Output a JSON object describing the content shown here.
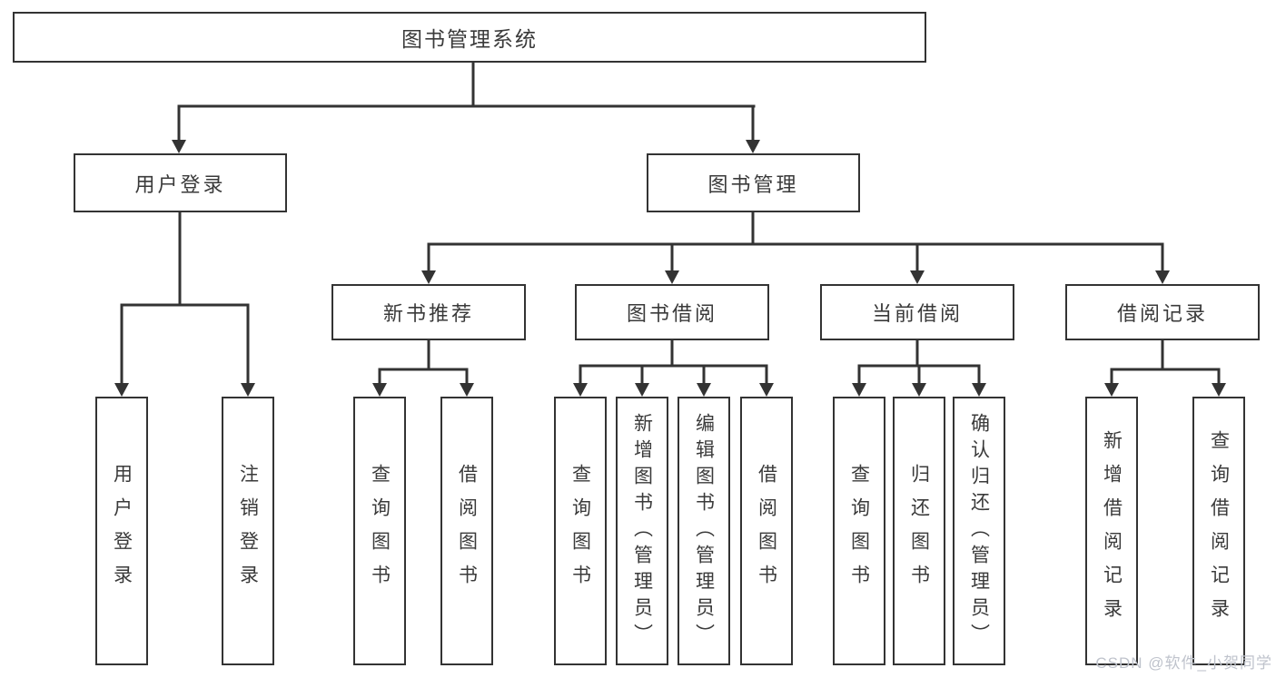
{
  "diagram": {
    "root": {
      "label": "图书管理系统"
    },
    "branches": [
      {
        "label": "用户登录",
        "children": [
          {
            "label": "用户登录"
          },
          {
            "label": "注销登录"
          }
        ]
      },
      {
        "label": "图书管理",
        "children": [
          {
            "label": "新书推荐",
            "children": [
              {
                "label": "查询图书"
              },
              {
                "label": "借阅图书"
              }
            ]
          },
          {
            "label": "图书借阅",
            "children": [
              {
                "label": "查询图书"
              },
              {
                "label": "新增图书（管理员）"
              },
              {
                "label": "编辑图书（管理员）"
              },
              {
                "label": "借阅图书"
              }
            ]
          },
          {
            "label": "当前借阅",
            "children": [
              {
                "label": "查询图书"
              },
              {
                "label": "归还图书"
              },
              {
                "label": "确认归还（管理员）"
              }
            ]
          },
          {
            "label": "借阅记录",
            "children": [
              {
                "label": "新增借阅记录"
              },
              {
                "label": "查询借阅记录"
              }
            ]
          }
        ]
      }
    ]
  },
  "watermark": {
    "text": "CSDN @软件_小贺同学",
    "color": "#bfc3cc"
  },
  "colors": {
    "line": "#333333",
    "box_border": "#333333",
    "box_background": "#ffffff",
    "text": "#3a3a3a",
    "page_background": "#ffffff"
  }
}
